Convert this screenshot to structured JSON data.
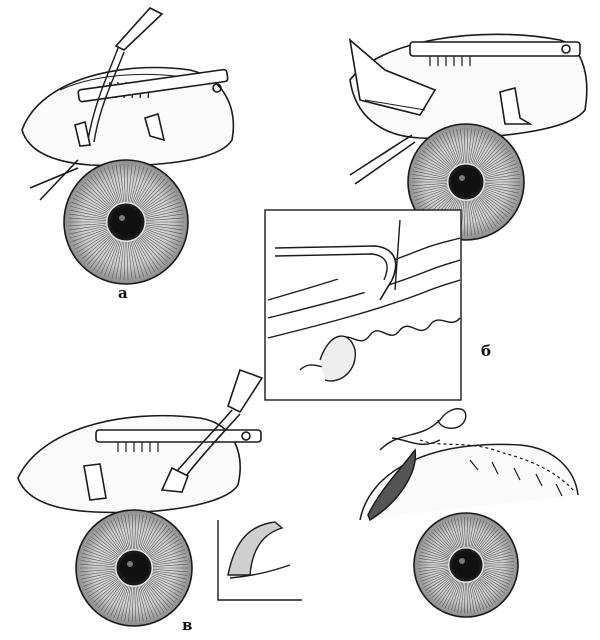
{
  "labels": {
    "panel_a": "а",
    "panel_b": "б",
    "panel_v": "в"
  },
  "colors": {
    "ink": "#1a1a1a",
    "paper": "#ffffff",
    "iris": "#dcdcdc",
    "pupil": "#111111"
  }
}
